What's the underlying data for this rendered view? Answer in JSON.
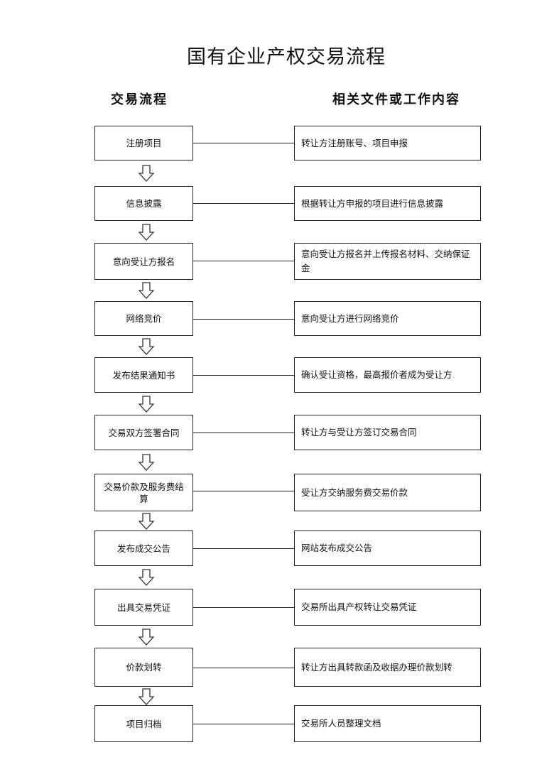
{
  "title": "国有企业产权交易流程",
  "column_headers": {
    "left": "交易流程",
    "right": "相关文件或工作内容"
  },
  "steps": [
    {
      "label": "注册项目",
      "desc": "转让方注册账号、项目申报"
    },
    {
      "label": "信息披露",
      "desc": "根据转让方申报的项目进行信息披露"
    },
    {
      "label": "意向受让方报名",
      "desc": "意向受让方报名并上传报名材料、交纳保证金"
    },
    {
      "label": "网络竞价",
      "desc": "意向受让方进行网络竞价"
    },
    {
      "label": "发布结果通知书",
      "desc": "确认受让资格，最高报价者成为受让方"
    },
    {
      "label": "交易双方签署合同",
      "desc": "转让方与受让方签订交易合同"
    },
    {
      "label": "交易价款及服务费结算",
      "desc": "受让方交纳服务费交易价款"
    },
    {
      "label": "发布成交公告",
      "desc": "网站发布成交公告"
    },
    {
      "label": "出具交易凭证",
      "desc": "交易所出具产权转让交易凭证"
    },
    {
      "label": "价款划转",
      "desc": "转让方出具转款函及收据办理价款划转"
    },
    {
      "label": "项目归档",
      "desc": "交易所人员整理文档"
    }
  ]
}
